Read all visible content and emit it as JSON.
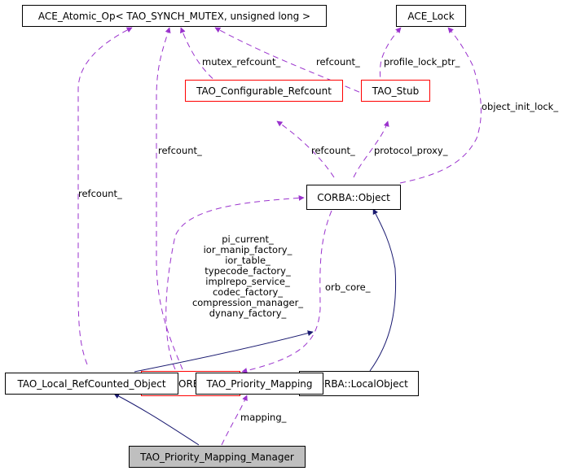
{
  "diagram": {
    "title": "TAO_Priority_Mapping_Manager collaboration graph",
    "colors": {
      "inheritance_edge": "#191970",
      "usage_edge": "#9a32cd",
      "node_border": "#000000",
      "undocumented_node_border": "#ff0000",
      "focus_node_fill": "#bfbfbf"
    },
    "nodes": {
      "ace_atomic_op": "ACE_Atomic_Op< TAO_SYNCH_MUTEX, unsigned long >",
      "ace_lock": "ACE_Lock",
      "tao_configurable_refcount": "TAO_Configurable_Refcount",
      "tao_stub": "TAO_Stub",
      "corba_object": "CORBA::Object",
      "tao_orb_core": "TAO_ORB_Core",
      "corba_localobject": "CORBA::LocalObject",
      "tao_local_refcounted_object": "TAO_Local_RefCounted_Object",
      "tao_priority_mapping": "TAO_Priority_Mapping",
      "tao_priority_mapping_manager": "TAO_Priority_Mapping_Manager"
    },
    "edge_labels": {
      "mutex_refcount": "mutex_refcount_",
      "stub_refcount": "refcount_",
      "profile_lock_ptr": "profile_lock_ptr_",
      "object_init_lock": "object_init_lock_",
      "orbcore_refcount": "refcount_",
      "local_refcount": "refcount_",
      "object_refcount": "refcount_",
      "protocol_proxy": "protocol_proxy_",
      "orb_core": "orb_core_",
      "mapping": "mapping_",
      "orbcore_members": [
        "pi_current_",
        "ior_manip_factory_",
        "ior_table_",
        "typecode_factory_",
        "implrepo_service_",
        "codec_factory_",
        "compression_manager_",
        "dynany_factory_"
      ]
    }
  }
}
